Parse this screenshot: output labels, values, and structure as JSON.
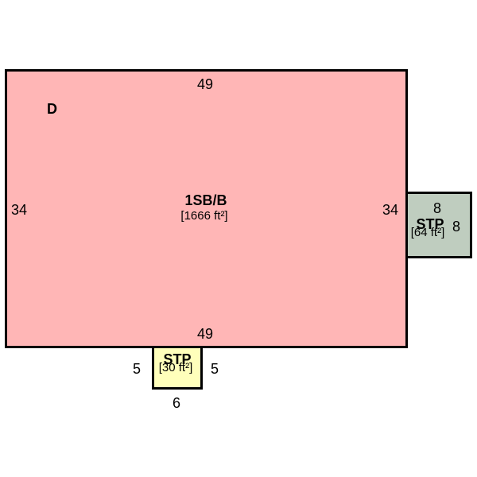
{
  "colors": {
    "main_fill": "#ffb6b6",
    "right_stp_fill": "#bfcdbf",
    "bottom_stp_fill": "#ffffbb",
    "outline": "#000000"
  },
  "areas": {
    "main": {
      "tag": "D",
      "label": "1SB/B",
      "area": "[1666 ft²]",
      "dim_top": "49",
      "dim_bottom": "49",
      "dim_left": "34",
      "dim_right": "34"
    },
    "stp_right": {
      "label": "STP",
      "area": "[64 ft²]",
      "dim_top": "8",
      "dim_right": "8"
    },
    "stp_bottom": {
      "label": "STP",
      "area": "[30 ft²]",
      "dim_left": "5",
      "dim_right": "5",
      "dim_bottom": "6"
    }
  }
}
